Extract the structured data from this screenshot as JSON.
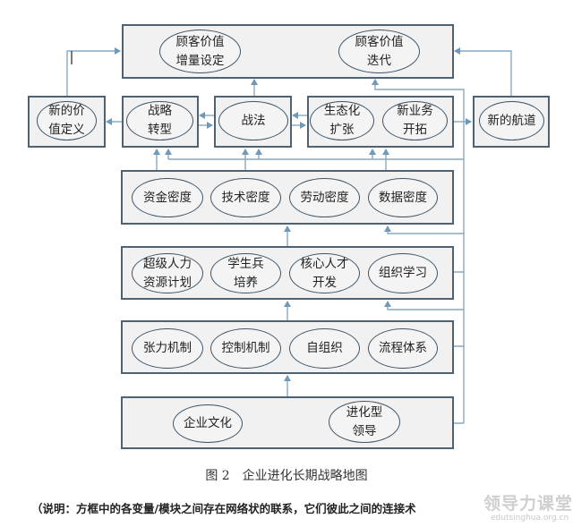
{
  "top": {
    "items": [
      "顾客价值\n增量设定",
      "顾客价值\n迭代"
    ]
  },
  "middle": {
    "left": "新的价\n值定义",
    "strategy": "战略\n转型",
    "tactics": "战法",
    "expansion": [
      "生态化\n扩张",
      "新业务\n开拓"
    ],
    "right": "新的航道"
  },
  "rows": [
    [
      "资金密度",
      "技术密度",
      "劳动密度",
      "数据密度"
    ],
    [
      "超级人力\n资源计划",
      "学生兵\n培养",
      "核心人才\n开发",
      "组织学习"
    ],
    [
      "张力机制",
      "控制机制",
      "自组织",
      "流程体系"
    ],
    [
      "企业文化",
      "进化型\n领导"
    ]
  ],
  "caption": "图 2　企业进化长期战略地图",
  "note": "（说明：方框中的各变量/模块之间存在网络状的联系，它们彼此之间的连接术",
  "watermark": {
    "title": "领导力课堂",
    "url": "edutsinghua.org.cn"
  },
  "colors": {
    "arrow": "#7098b8",
    "border": "#4f6272"
  }
}
